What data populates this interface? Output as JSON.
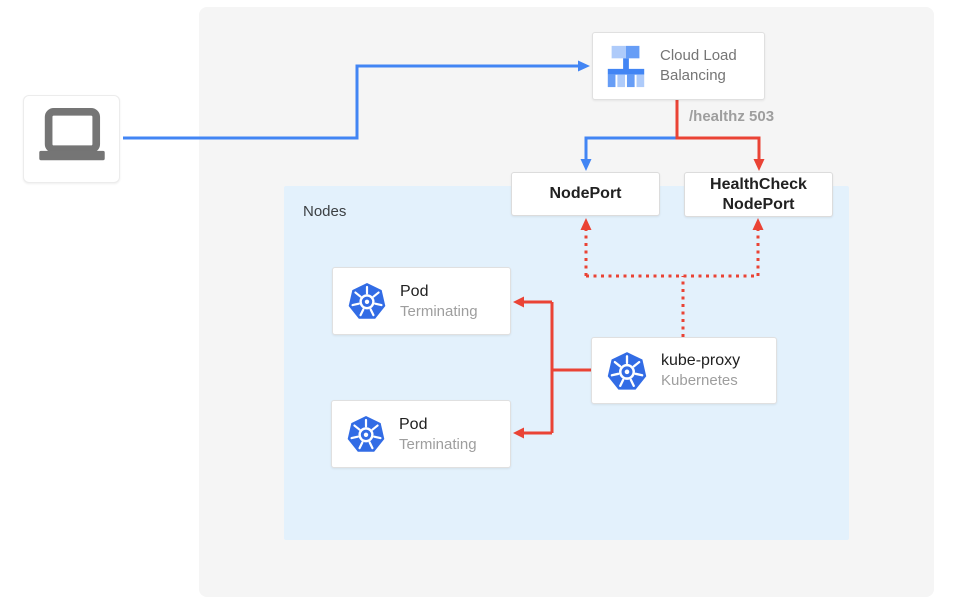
{
  "colors": {
    "canvas-bg": "#ffffff",
    "panel-bg": "#f5f5f5",
    "nodes-bg": "#e3f1fc",
    "box-bg": "#ffffff",
    "box-border": "#e0e0e0",
    "line-blue": "#4285f4",
    "line-red": "#ea4335",
    "text-dark": "#212121",
    "text-gray": "#757575",
    "text-light": "#9e9e9e",
    "text-label": "#3c4043",
    "laptop-gray": "#757575",
    "k8s-blue": "#326ce5",
    "clb-light": "#aecbfa",
    "clb-mid": "#669df6",
    "clb-dark": "#4285f4"
  },
  "client": {
    "icon": "laptop-icon"
  },
  "clb": {
    "label": "Cloud Load Balancing",
    "icon": "load-balancer-icon"
  },
  "healthz_label": "/healthz 503",
  "nodes": {
    "label": "Nodes",
    "nodeport_label": "NodePort",
    "healthcheck_nodeport_label": "HealthCheck NodePort",
    "pods": [
      {
        "title": "Pod",
        "status": "Terminating",
        "icon": "kubernetes-icon"
      },
      {
        "title": "Pod",
        "status": "Terminating",
        "icon": "kubernetes-icon"
      }
    ],
    "kube_proxy": {
      "title": "kube-proxy",
      "subtitle": "Kubernetes",
      "icon": "kubernetes-icon"
    }
  }
}
